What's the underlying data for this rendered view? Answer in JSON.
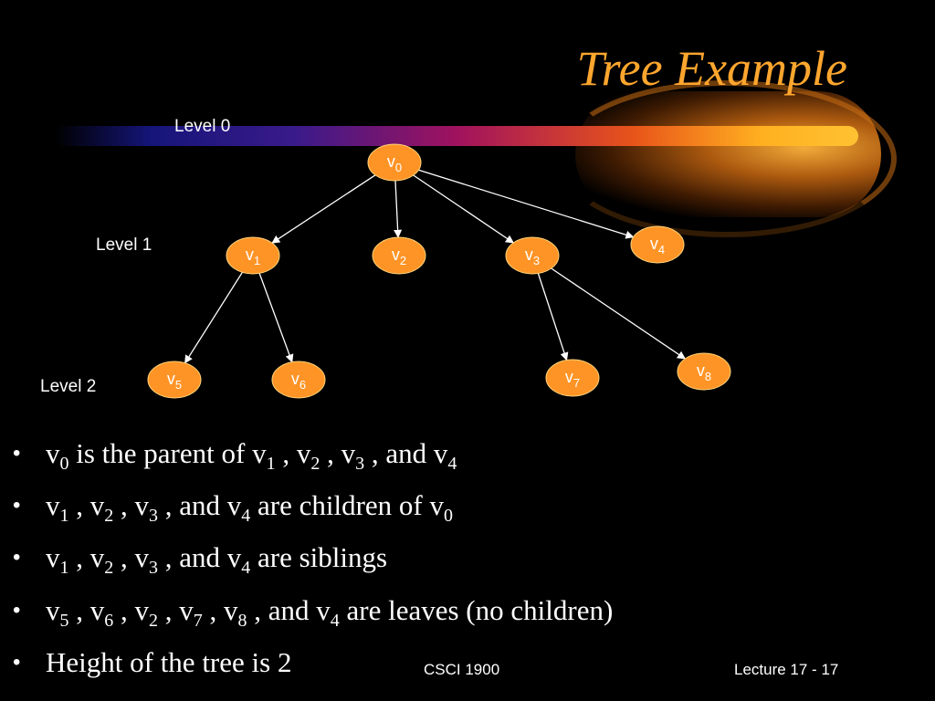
{
  "slide": {
    "title": "Tree Example",
    "footer_left": "CSCI 1900",
    "footer_right": "Lecture 17 - 17",
    "colors": {
      "background": "#000000",
      "title": "#ffa62e",
      "node_fill": "#ff9426",
      "node_stroke": "#ffd37a"
    }
  },
  "levels": [
    "Level 0",
    "Level 1",
    "Level 2"
  ],
  "diagram": {
    "nodes": [
      {
        "id": "v0",
        "label": "v",
        "sub": "0"
      },
      {
        "id": "v1",
        "label": "v",
        "sub": "1"
      },
      {
        "id": "v2",
        "label": "v",
        "sub": "2"
      },
      {
        "id": "v3",
        "label": "v",
        "sub": "3"
      },
      {
        "id": "v4",
        "label": "v",
        "sub": "4"
      },
      {
        "id": "v5",
        "label": "v",
        "sub": "5"
      },
      {
        "id": "v6",
        "label": "v",
        "sub": "6"
      },
      {
        "id": "v7",
        "label": "v",
        "sub": "7"
      },
      {
        "id": "v8",
        "label": "v",
        "sub": "8"
      }
    ],
    "edges": [
      [
        "v0",
        "v1"
      ],
      [
        "v0",
        "v2"
      ],
      [
        "v0",
        "v3"
      ],
      [
        "v0",
        "v4"
      ],
      [
        "v1",
        "v5"
      ],
      [
        "v1",
        "v6"
      ],
      [
        "v3",
        "v7"
      ],
      [
        "v3",
        "v8"
      ]
    ]
  },
  "bullets": [
    [
      {
        "t": "v"
      },
      {
        "s": "0"
      },
      {
        "t": " is the parent of v"
      },
      {
        "s": "1"
      },
      {
        "t": " , v"
      },
      {
        "s": "2"
      },
      {
        "t": " , v"
      },
      {
        "s": "3"
      },
      {
        "t": " , and v"
      },
      {
        "s": "4"
      }
    ],
    [
      {
        "t": "v"
      },
      {
        "s": "1"
      },
      {
        "t": " , v"
      },
      {
        "s": "2"
      },
      {
        "t": " , v"
      },
      {
        "s": "3"
      },
      {
        "t": " , and v"
      },
      {
        "s": "4"
      },
      {
        "t": " are children of v"
      },
      {
        "s": "0"
      }
    ],
    [
      {
        "t": "v"
      },
      {
        "s": "1"
      },
      {
        "t": " , v"
      },
      {
        "s": "2"
      },
      {
        "t": " , v"
      },
      {
        "s": "3"
      },
      {
        "t": " , and v"
      },
      {
        "s": "4"
      },
      {
        "t": " are siblings"
      }
    ],
    [
      {
        "t": "v"
      },
      {
        "s": "5"
      },
      {
        "t": " , v"
      },
      {
        "s": "6"
      },
      {
        "t": " , v"
      },
      {
        "s": "2"
      },
      {
        "t": " , v"
      },
      {
        "s": "7"
      },
      {
        "t": " , v"
      },
      {
        "s": "8"
      },
      {
        "t": " , and v"
      },
      {
        "s": "4"
      },
      {
        "t": " are leaves (no children)"
      }
    ],
    [
      {
        "t": "Height of the tree is 2"
      }
    ]
  ]
}
